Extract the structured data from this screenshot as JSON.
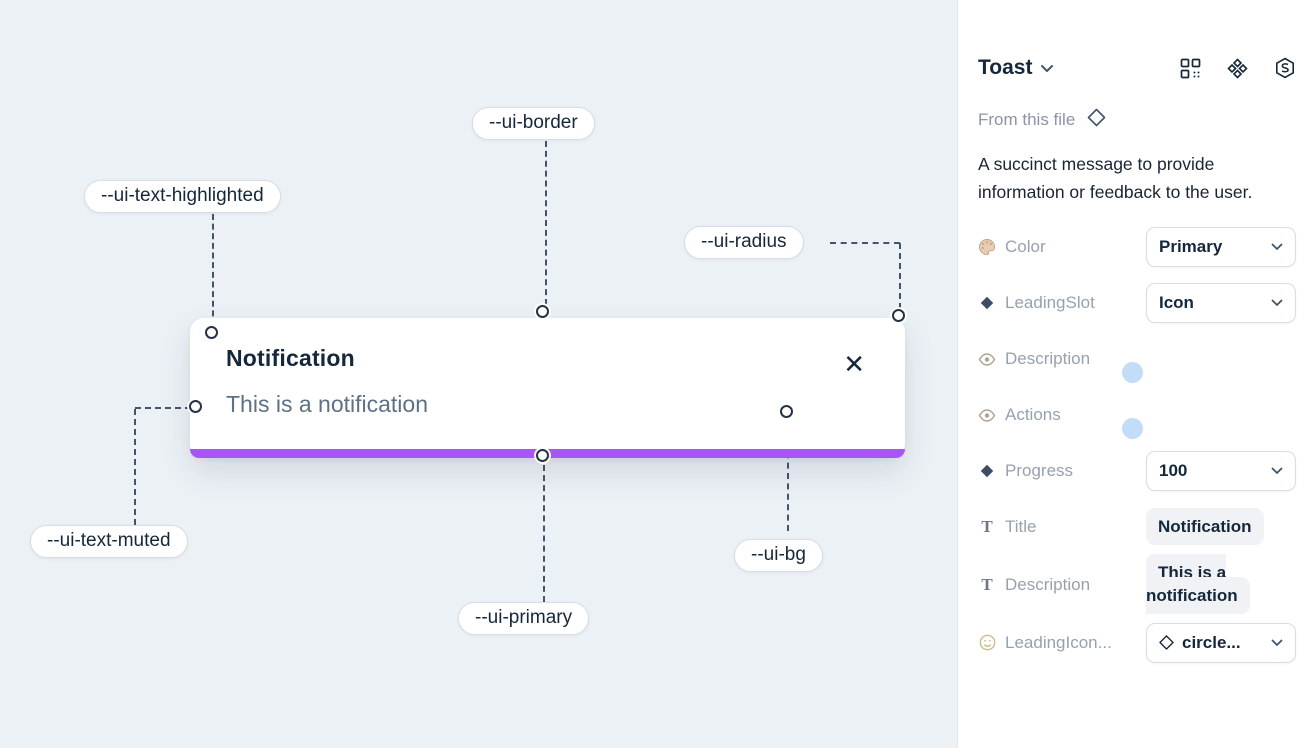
{
  "canvas": {
    "toast": {
      "title": "Notification",
      "description": "This is a notification",
      "close_icon": "✕",
      "progress_value": "100",
      "progress_color": "#a855f7"
    },
    "labels": {
      "border": "--ui-border",
      "text_highlighted": "--ui-text-highlighted",
      "radius": "--ui-radius",
      "text_muted": "--ui-text-muted",
      "primary": "--ui-primary",
      "bg": "--ui-bg"
    }
  },
  "panel": {
    "component_name": "Toast",
    "source_label": "From this file",
    "description": "A succinct message to provide information or feedback to the user.",
    "icons": {
      "text_glyph": "T"
    },
    "properties": [
      {
        "icon": "palette-icon",
        "label": "Color",
        "control": "select",
        "value": "Primary"
      },
      {
        "icon": "diamond-icon",
        "label": "LeadingSlot",
        "control": "select",
        "value": "Icon"
      },
      {
        "icon": "eye-icon",
        "label": "Description",
        "control": "toggle",
        "value": "on"
      },
      {
        "icon": "eye-icon",
        "label": "Actions",
        "control": "toggle",
        "value": "on"
      },
      {
        "icon": "diamond-icon",
        "label": "Progress",
        "control": "select",
        "value": "100"
      },
      {
        "icon": "text-icon",
        "label": "Title",
        "control": "text",
        "value": "Notification"
      },
      {
        "icon": "text-icon",
        "label": "Description",
        "control": "text",
        "value": "This is a notification"
      },
      {
        "icon": "smiley-icon",
        "label": "LeadingIcon...",
        "control": "select-icon",
        "value": "circle..."
      }
    ],
    "colors": {
      "toggle_on": "#3b82f6",
      "accent_purple": "#a855f7"
    }
  }
}
